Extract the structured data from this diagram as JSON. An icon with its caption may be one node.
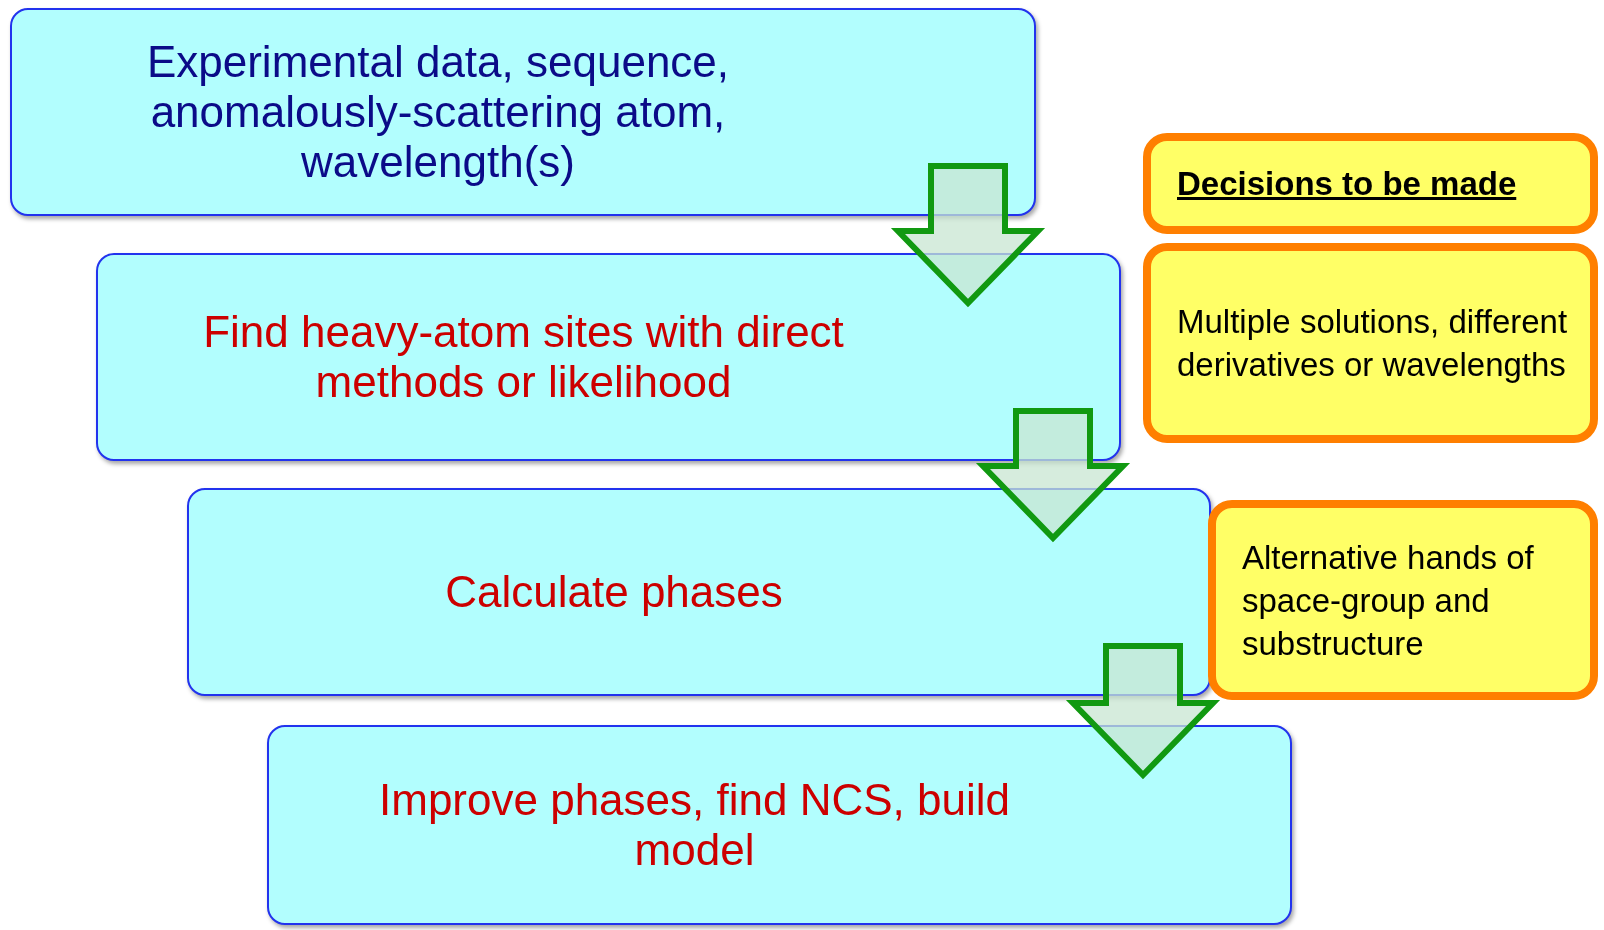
{
  "diagram": {
    "nodes": [
      {
        "text": [
          "Experimental data, sequence, anomalously-scattering atom, wavelength(s)"
        ]
      },
      {
        "text": [
          "Find heavy-atom sites with direct methods or likelihood"
        ]
      },
      {
        "text": [
          "Calculate phases"
        ]
      },
      {
        "text": [
          "Improve phases, find NCS, build model"
        ]
      },
      {
        "text": [
          "Decisions to be made"
        ]
      },
      {
        "text": [
          "Multiple solutions, different derivatives or wavelengths"
        ]
      },
      {
        "text": [
          "Alternative hands of space-group and substructure"
        ]
      }
    ],
    "edges": [
      {
        "from": 0,
        "to": 1,
        "arrow": "to"
      },
      {
        "from": 1,
        "to": 2,
        "arrow": "to"
      },
      {
        "from": 2,
        "to": 3,
        "arrow": "to"
      }
    ]
  }
}
